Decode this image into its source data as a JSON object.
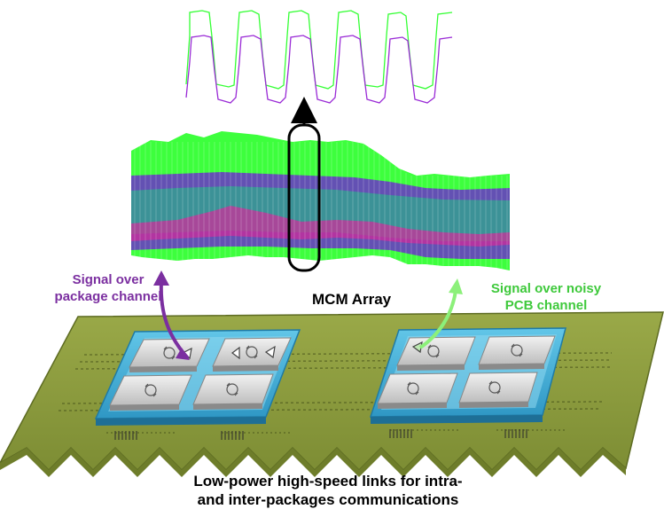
{
  "labels": {
    "package_channel_line1": "Signal over",
    "package_channel_line2": "package channel",
    "noisy_pcb_line1": "Signal over noisy",
    "noisy_pcb_line2": "PCB channel",
    "mcm_array": "MCM Array",
    "caption_line1": "Low-power high-speed links for intra-",
    "caption_line2": "and inter-packages communications"
  },
  "colors": {
    "pcb_board": "#8a9a3c",
    "pcb_edge": "#6e7d2a",
    "package_substrate": "#4fb3d9",
    "chip": "#d7d7d7",
    "signal_green": "#33ff33",
    "signal_purple": "#8a2be2",
    "signal_magenta": "#d42a9a",
    "signal_teal": "#2f9a8a",
    "arrow_purple": "#7b2fa0",
    "arrow_green": "#8cf07a"
  },
  "icons": {
    "chip_symbol": "rotate-arrows-icon",
    "triangle_symbol": "buffer-triangle-icon"
  }
}
